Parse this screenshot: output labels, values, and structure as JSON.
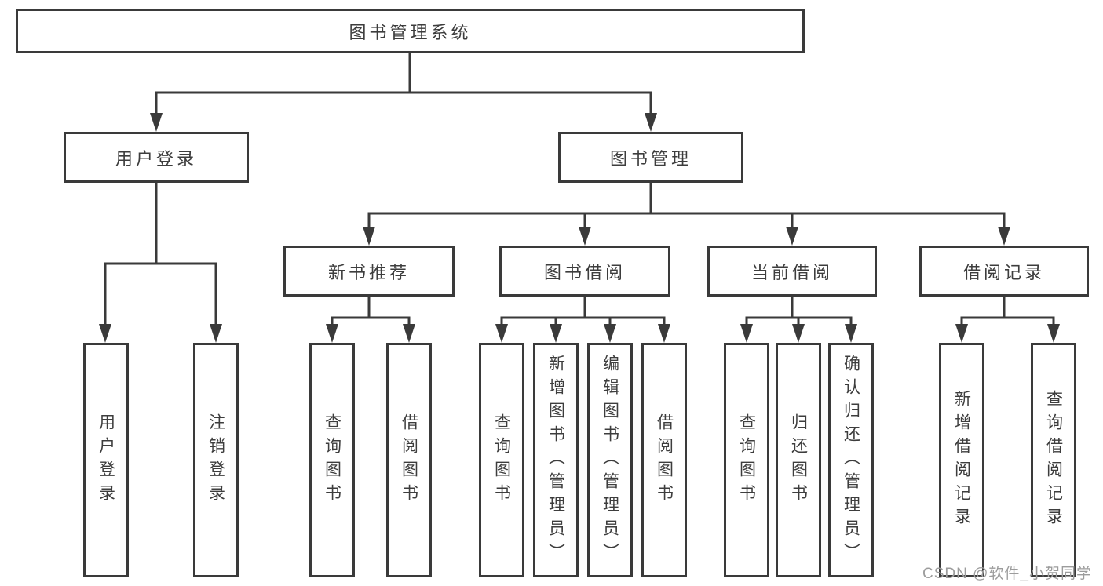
{
  "tree": {
    "root": {
      "label": "图书管理系统"
    },
    "branches": [
      {
        "label": "用户登录",
        "children": [
          {
            "label": "用户登录"
          },
          {
            "label": "注销登录"
          }
        ]
      },
      {
        "label": "图书管理",
        "groups": [
          {
            "label": "新书推荐",
            "children": [
              {
                "label": "查询图书"
              },
              {
                "label": "借阅图书"
              }
            ]
          },
          {
            "label": "图书借阅",
            "children": [
              {
                "label": "查询图书"
              },
              {
                "label": "新增图书（管理员）"
              },
              {
                "label": "编辑图书（管理员）"
              },
              {
                "label": "借阅图书"
              }
            ]
          },
          {
            "label": "当前借阅",
            "children": [
              {
                "label": "查询图书"
              },
              {
                "label": "归还图书"
              },
              {
                "label": "确认归还（管理员）"
              }
            ]
          },
          {
            "label": "借阅记录",
            "children": [
              {
                "label": "新增借阅记录"
              },
              {
                "label": "查询借阅记录"
              }
            ]
          }
        ]
      }
    ]
  },
  "watermark": {
    "text": "CSDN @软件_小贺同学"
  },
  "colors": {
    "line": "#3a3a3a",
    "text": "#3d3d3d",
    "watermark": "#9c9c9c",
    "background": "#ffffff"
  }
}
